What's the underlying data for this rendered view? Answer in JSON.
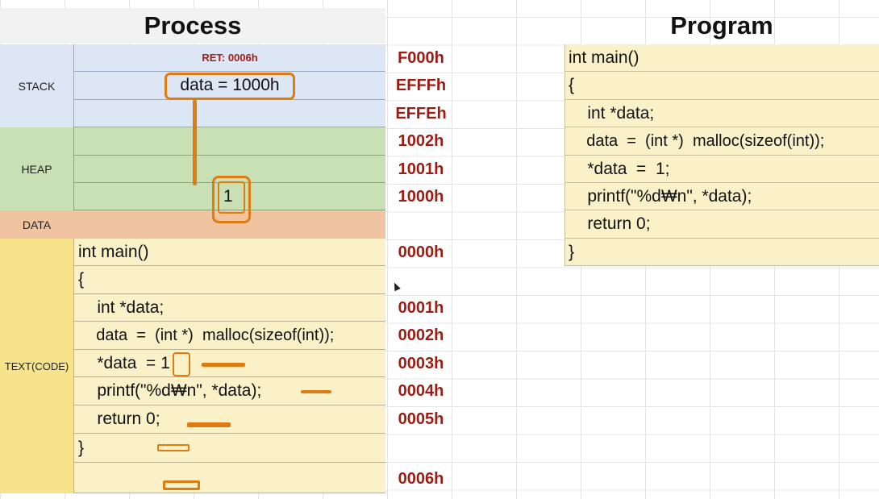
{
  "process": {
    "title": "Process",
    "segments": {
      "stack": "STACK",
      "heap": "HEAP",
      "data": "DATA",
      "text": "TEXT(CODE)"
    },
    "stack_rows": [
      "RET: 0006h",
      "data = 1000h",
      ""
    ],
    "heap_rows": [
      "",
      "",
      "1"
    ],
    "code_lines": [
      "int main()",
      "{",
      "    int *data;",
      "    data  =  (int *)  malloc(sizeof(int));",
      "    *data  = 1",
      "    printf(\"%d₩n\", *data);",
      "    return 0;",
      "}",
      ""
    ],
    "addresses": {
      "stack": [
        "F000h",
        "EFFFh",
        "EFFEh"
      ],
      "heap": [
        "1002h",
        "1001h",
        "1000h"
      ],
      "text": [
        "0000h",
        "",
        "0001h",
        "0002h",
        "0003h",
        "0004h",
        "0005h",
        "",
        "0006h"
      ]
    }
  },
  "program": {
    "title": "Program",
    "lines": [
      "int main()",
      "{",
      "    int *data;",
      "    data  =  (int *)  malloc(sizeof(int));",
      "    *data  =  1;",
      "    printf(\"%d₩n\", *data);",
      "    return 0;",
      "}"
    ]
  },
  "colors": {
    "stack": "#dce6f5",
    "heap": "#c8e0b4",
    "data": "#f0c4a0",
    "text": "#f6e38c",
    "code_bg": "#fbf1c8",
    "address": "#9b1c13",
    "highlight": "#e07b12"
  }
}
